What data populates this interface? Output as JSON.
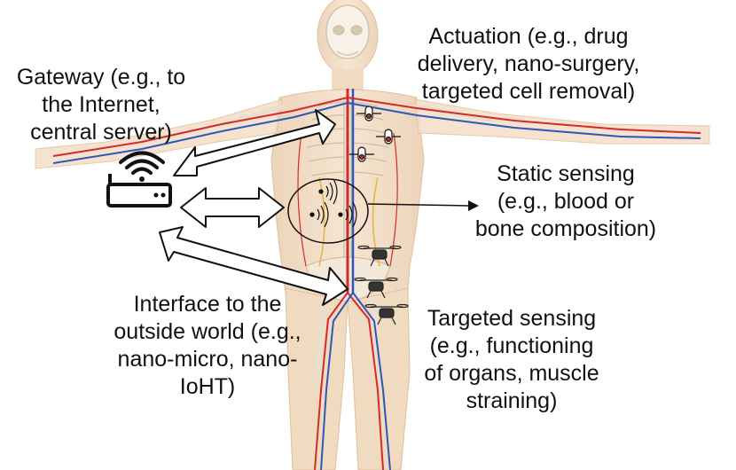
{
  "colors": {
    "skin": "#f2dcc4",
    "skin_edge": "#e4c2a0",
    "bone": "#f4ede2",
    "bone_edge": "#c9b9a0",
    "artery": "#d32a2a",
    "vein": "#2f56b8",
    "nerve": "#e6b43a",
    "outline": "#111111"
  },
  "labels": {
    "gateway": [
      "Gateway (e.g., to",
      "the Internet,",
      "central server)"
    ],
    "actuation": [
      "Actuation (e.g., drug",
      "delivery, nano-surgery,",
      "targeted cell removal)"
    ],
    "static_sensing": [
      "Static sensing",
      "(e.g., blood or",
      "bone composition)"
    ],
    "interface": [
      "Interface to the",
      "outside world (e.g.,",
      "nano-micro, nano-",
      "IoHT)"
    ],
    "targeted_sensing": [
      "Targeted sensing",
      "(e.g., functioning",
      "of organs, muscle",
      "straining)"
    ]
  },
  "icons": {
    "router": "wifi-router-icon",
    "nanodevice": "nano-capsule-icon",
    "drone": "nano-drone-icon",
    "sensor": "acoustic-sensor-icon"
  }
}
